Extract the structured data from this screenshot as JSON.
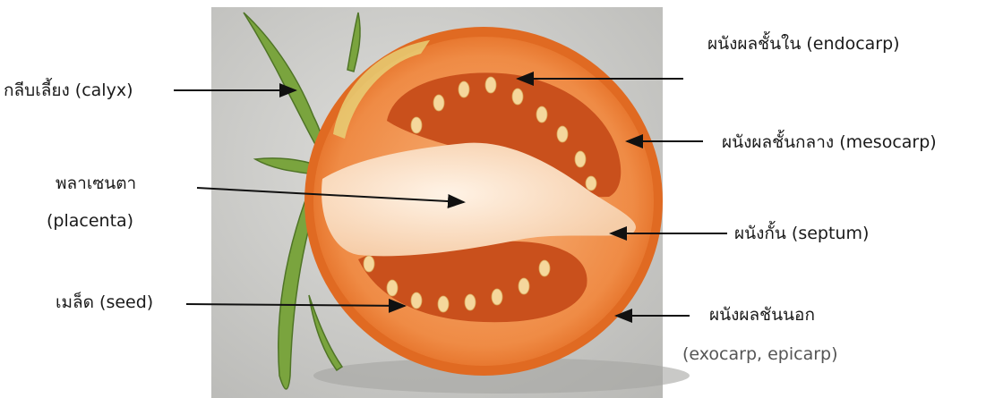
{
  "labels": {
    "calyx": "กลีบเลี้ยง (calyx)",
    "placenta_th": "พลาเซนตา",
    "placenta_en": "(placenta)",
    "seed": "เมล็ด (seed)",
    "endocarp": "ผนังผลชั้นใน (endocarp)",
    "mesocarp": "ผนังผลชั้นกลาง (mesocarp)",
    "septum": "ผนังกั้น (septum)",
    "exocarp_th": "ผนังผลชันนอก",
    "exocarp_en": "(exocarp, epicarp)"
  },
  "colors": {
    "photo_background": "#c9c9c6",
    "peel": "#e8752a",
    "flesh": "#f39a5a",
    "placenta": "#fbe0c8",
    "locule": "#c7501c",
    "seed": "#f3d49a",
    "calyx": "#6f9a3a",
    "arrow": "#111111"
  }
}
